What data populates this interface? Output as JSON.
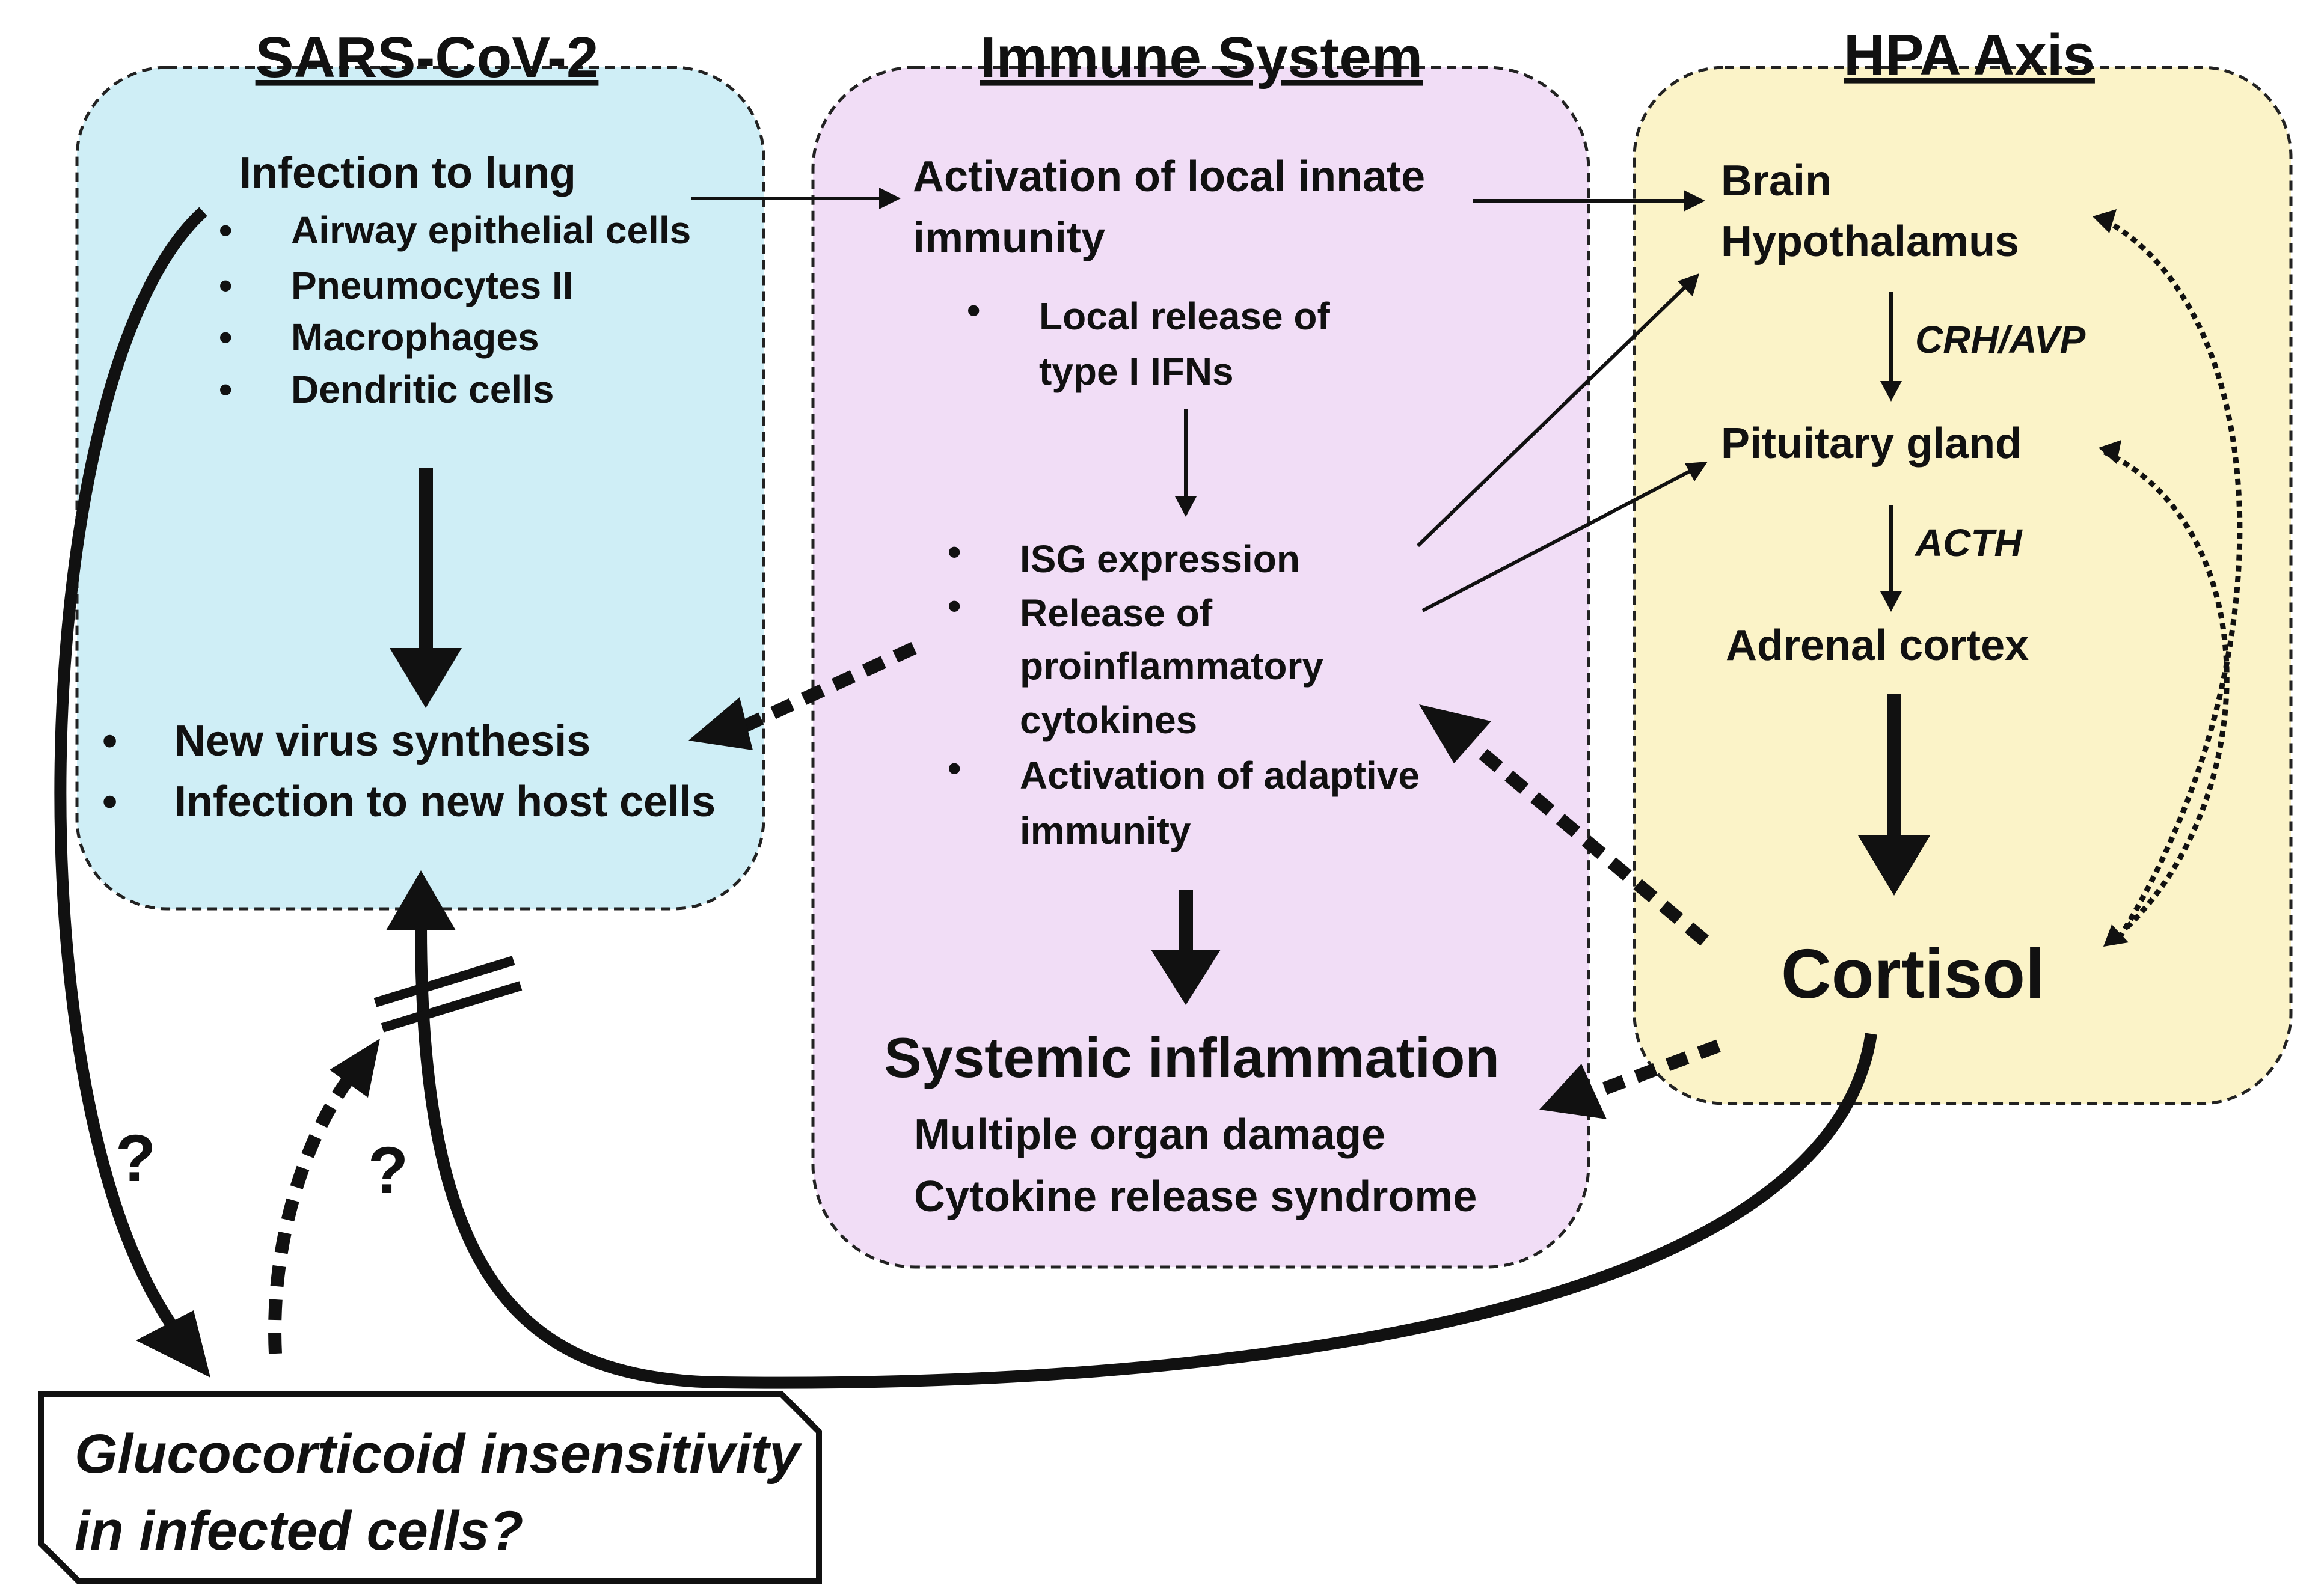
{
  "colors": {
    "sars_box": "#cfeef6",
    "immune_box": "#f1ddf6",
    "hpa_box": "#fbf3c8",
    "ink": "#111111"
  },
  "sars": {
    "title": "SARS-CoV-2",
    "infection_heading": "Infection to lung",
    "cells": [
      "Airway epithelial cells",
      "Pneumocytes II",
      "Macrophages",
      "Dendritic cells"
    ],
    "outcomes": [
      "New virus synthesis",
      "Infection to new host cells"
    ]
  },
  "immune": {
    "title": "Immune System",
    "activation_line1": "Activation of local innate",
    "activation_line2": "immunity",
    "ifn_line1": "Local release of",
    "ifn_line2": "type I IFNs",
    "isg": "ISG expression",
    "release_line1": "Release of",
    "release_line2": "proinflammatory",
    "release_line3": "cytokines",
    "adaptive_line1": "Activation of adaptive",
    "adaptive_line2": "immunity",
    "systemic": "Systemic inflammation",
    "organ_damage": "Multiple organ damage",
    "crs": "Cytokine release syndrome"
  },
  "hpa": {
    "title": "HPA Axis",
    "brain": "Brain",
    "hypothalamus": "Hypothalamus",
    "crh": "CRH/AVP",
    "pituitary": "Pituitary gland",
    "acth": "ACTH",
    "adrenal": "Adrenal cortex",
    "cortisol": "Cortisol"
  },
  "bottom": {
    "question_mark": "?",
    "gc_line1": "Glucocorticoid insensitivity",
    "gc_line2": "in infected cells?"
  }
}
